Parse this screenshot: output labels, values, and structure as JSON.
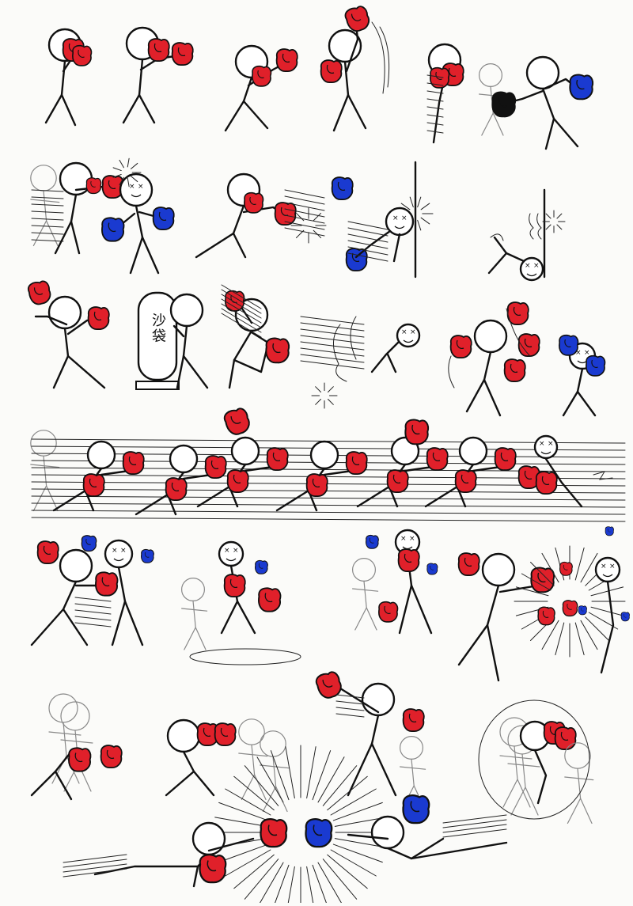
{
  "sheet": {
    "background": "#fbfbf9",
    "ink_color": "#111111",
    "red_glove_color": "#e0202a",
    "blue_glove_color": "#1a3ad0",
    "black_glove_color": "#111111"
  },
  "punching_bag": {
    "label": "沙袋"
  },
  "rows": [
    {
      "row": 1,
      "panels": [
        "guard-stance",
        "jab-stance",
        "crouch-punch",
        "uppercut",
        "dodge-vs-blue"
      ]
    },
    {
      "row": 2,
      "panels": [
        "straight-hit-blue",
        "punch-push-wall",
        "slam-into-wall"
      ]
    },
    {
      "row": 3,
      "panels": [
        "ready-stance",
        "punching-bag",
        "punch-knockback",
        "flurry-vs-blue"
      ]
    },
    {
      "row": 4,
      "panels": [
        "combo-rush-sequence"
      ]
    },
    {
      "row": 5,
      "panels": [
        "body-blow",
        "hook-spin",
        "uppercut-lift",
        "explosive-punch"
      ]
    },
    {
      "row": 6,
      "panels": [
        "ghost-block",
        "double-punch",
        "overhead-swing",
        "blur-combo"
      ]
    },
    {
      "row": 7,
      "panels": [
        "glove-clash-finale"
      ]
    }
  ]
}
